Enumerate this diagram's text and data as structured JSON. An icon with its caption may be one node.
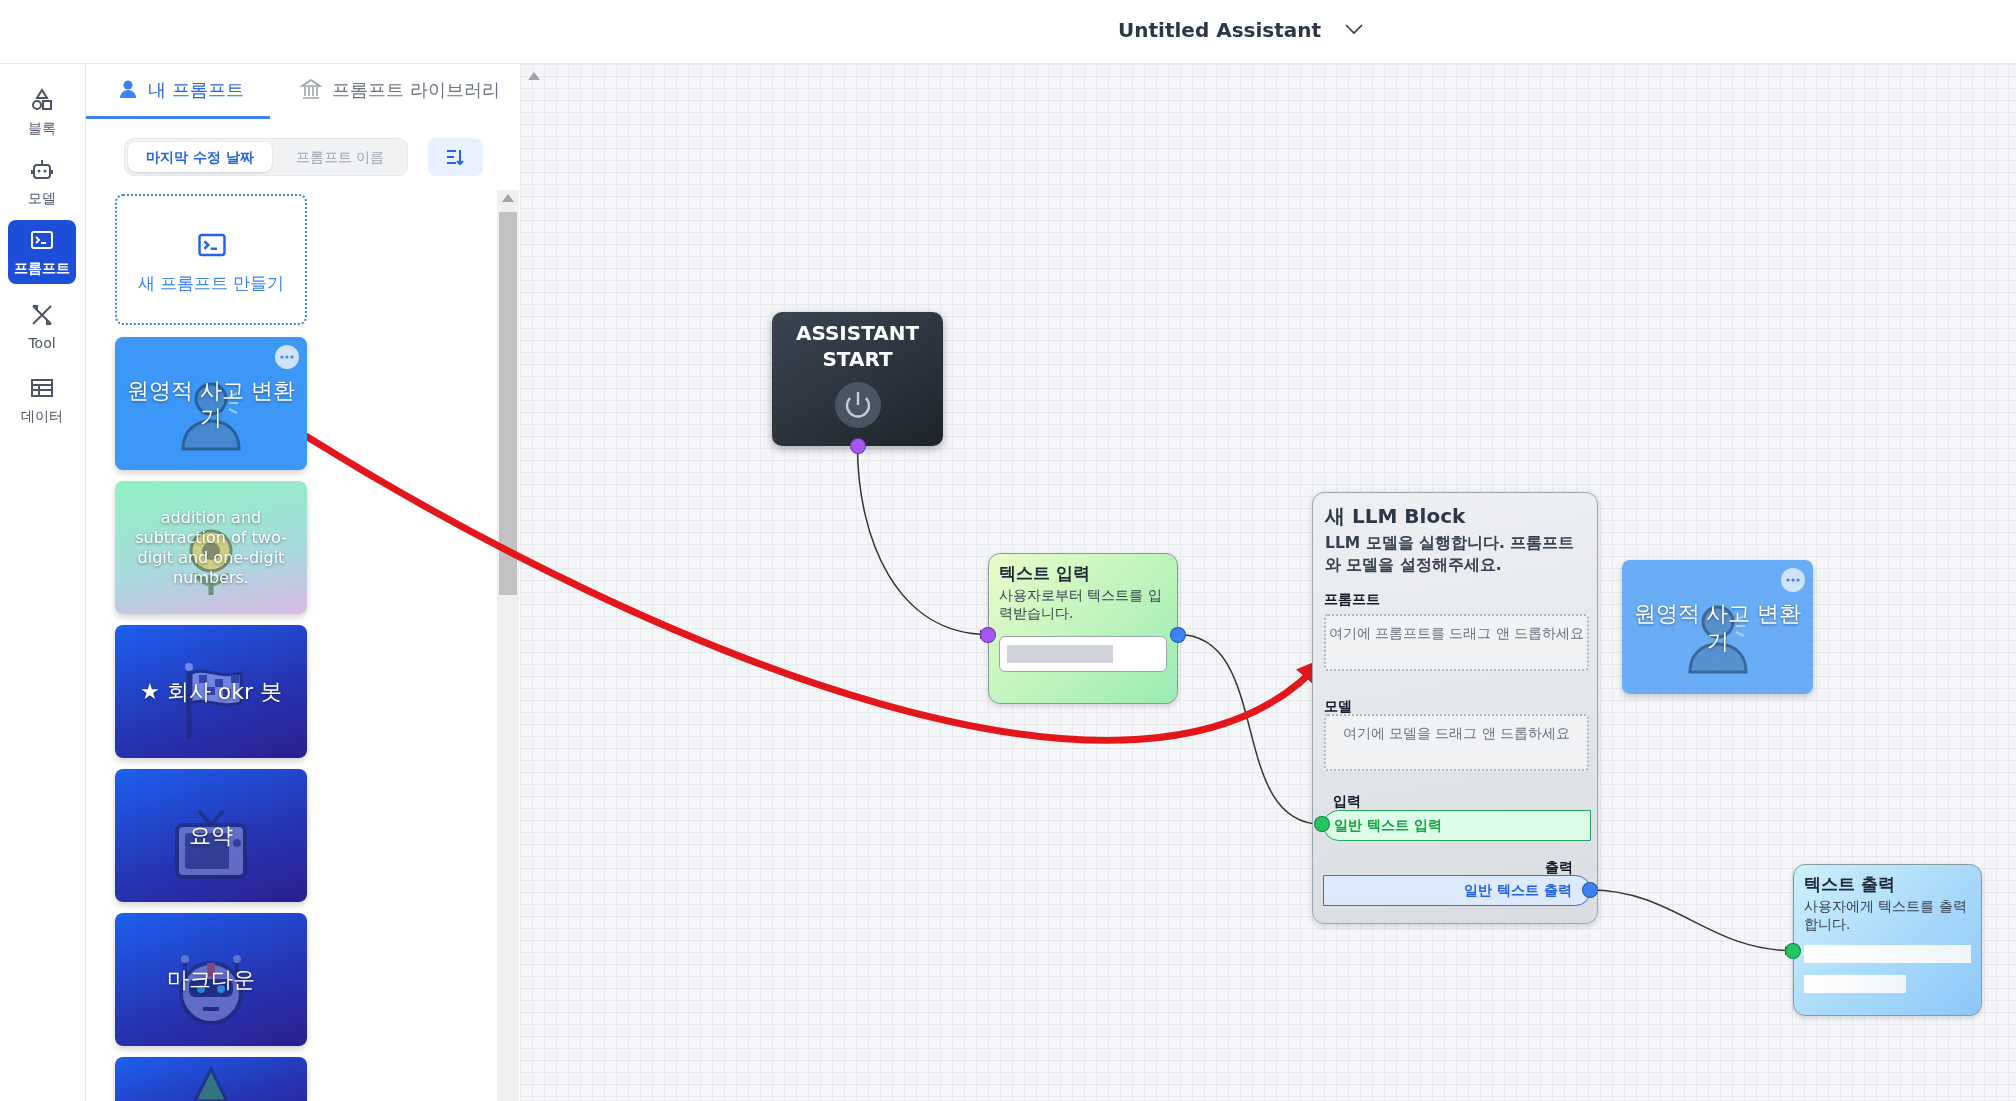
{
  "diagram": {
    "nodes": [
      {
        "text": [
          "새 프롬프트 만들기"
        ]
      },
      {
        "text": [
          "원영적 사고 변환기"
        ]
      },
      {
        "text": [
          "addition and subtraction of two-digit and one-digit numbers."
        ]
      },
      {
        "text": [
          "★ 회사 okr 봇"
        ]
      },
      {
        "text": [
          "요약"
        ]
      },
      {
        "text": [
          "마크다운"
        ]
      },
      {
        "text": [],
        "shape": "box"
      },
      {
        "text": [
          "ASSISTANT START"
        ]
      },
      {
        "text": [
          "텍스트 입력",
          "사용자로부터 텍스트를 입력받습니다."
        ]
      },
      {
        "text": [
          "새 LLM Block",
          "LLM 모델을 실행합니다. 프롬프트와 모델을 설정해주세요."
        ]
      },
      {
        "text": [
          "프롬프트",
          "여기에 프롬프트를 드래그 앤 드롭하세요"
        ],
        "in": 9
      },
      {
        "text": [
          "원영적 사고 변환기"
        ]
      },
      {
        "text": [
          "모델",
          "여기에 모델을 드래그 앤 드롭하세요"
        ],
        "in": 9
      },
      {
        "text": [
          "입력",
          "일반 텍스트 입력"
        ],
        "in": 9
      },
      {
        "text": [
          "출력",
          "일반 텍스트 출력"
        ],
        "in": 9
      },
      {
        "text": [
          "텍스트 출력",
          "사용자에게 텍스트를 출력합니다."
        ]
      }
    ],
    "edges": [
      {
        "from": 7,
        "to": 8,
        "arrow": "to"
      },
      {
        "from": 8,
        "to": 13,
        "arrow": "to"
      },
      {
        "from": 14,
        "to": 15,
        "arrow": "to"
      },
      {
        "from": 1,
        "to": 10,
        "arrow": "to",
        "style": "thick",
        "color": "#e3171b"
      }
    ],
    "labels": [
      "Untitled Assistant",
      "블록",
      "모델",
      "프롬프트",
      "Tool",
      "데이터",
      "내 프롬프트",
      "프롬프트 라이브러리",
      "마지막 수정 날짜",
      "프롬프트 이름"
    ]
  }
}
